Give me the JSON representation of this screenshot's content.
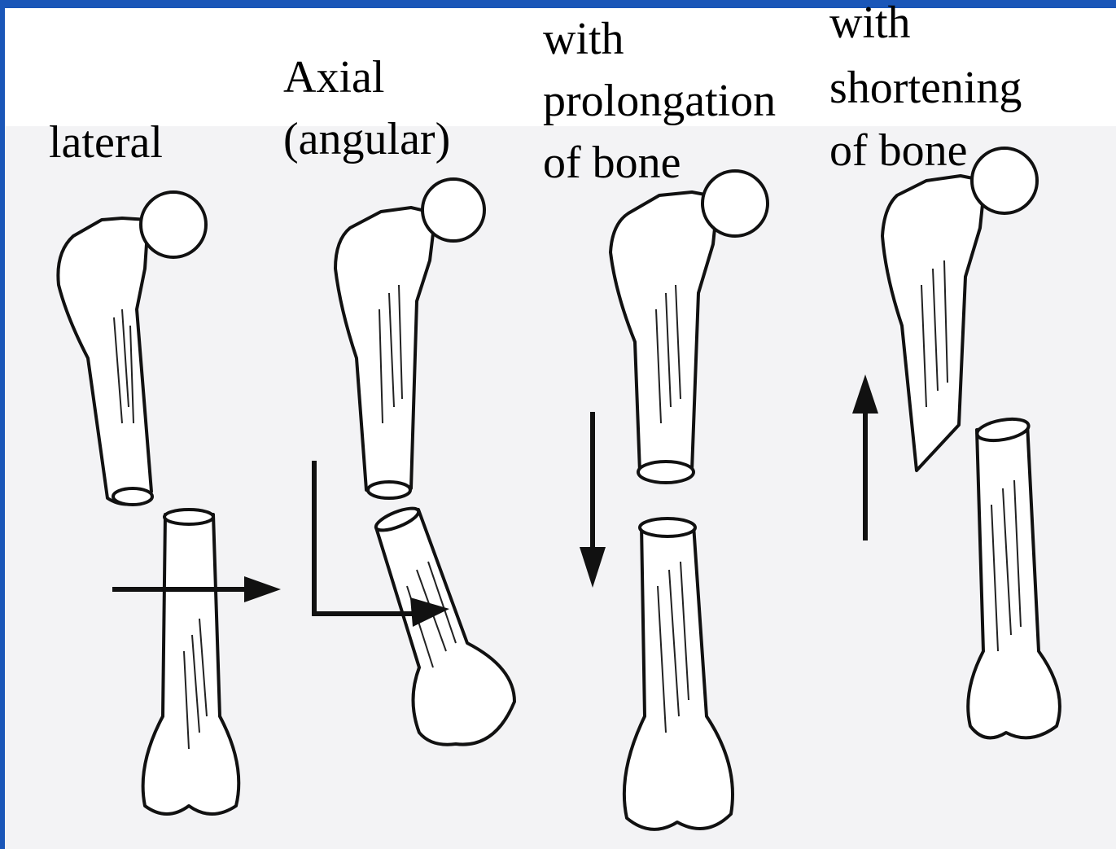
{
  "labels": {
    "lateral": "lateral",
    "axial_line1": "Axial",
    "axial_line2": "(angular)",
    "prolongation_line1": "with",
    "prolongation_line2": "prolongation",
    "prolongation_line3": "of bone",
    "shortening_line1": "with",
    "shortening_line2": "shortening",
    "shortening_line3": "of bone"
  },
  "colors": {
    "frame": "#1a56b8",
    "background": "#f3f3f5",
    "ink": "#111111"
  }
}
